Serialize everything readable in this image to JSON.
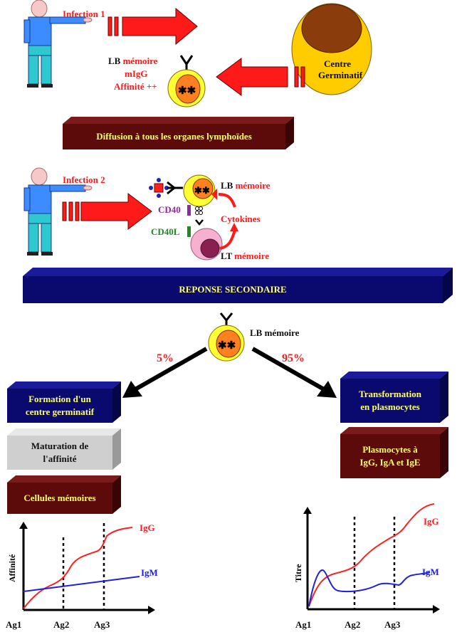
{
  "infection1": "Infection 1",
  "infection2": "Infection 2",
  "germinal_center": [
    "Centre",
    "Germinatif"
  ],
  "lb_memoire_top": {
    "lb": "LB ",
    "memoire": "mémoire",
    "migg": "mIgG",
    "affinite": "Affinité ++"
  },
  "diffusion": "Diffusion à tous les organes lymphoïdes",
  "secondary": {
    "lb_prefix": "LB ",
    "lb_memoire": "mémoire",
    "cd40": "CD40",
    "cd40l": "CD40L",
    "cytokines": "Cytokines",
    "lt_prefix": "LT ",
    "lt_memoire": "mémoire"
  },
  "reponse_secondaire": "REPONSE SECONDAIRE",
  "lb_memoire_center": "LB mémoire",
  "pct_left": "5%",
  "pct_right": "95%",
  "left_branch": {
    "formation": [
      "Formation d'un",
      "centre germinatif"
    ],
    "maturation": [
      "Maturation de",
      "l'affinité"
    ],
    "cellules": "Cellules mémoires"
  },
  "right_branch": {
    "transformation": [
      "Transformation",
      "en plasmocytes"
    ],
    "plasmocytes": [
      "Plasmocytes à",
      "IgG, IgA et IgE"
    ]
  },
  "graph_left": {
    "ylabel": "Affinité",
    "ticks": [
      "Ag1",
      "Ag2",
      "Ag3"
    ],
    "series": [
      {
        "name": "IgG",
        "color": "#ff2020"
      },
      {
        "name": "IgM",
        "color": "#2020e0"
      }
    ]
  },
  "graph_right": {
    "ylabel": "Titre",
    "ticks": [
      "Ag1",
      "Ag2",
      "Ag3"
    ],
    "series": [
      {
        "name": "IgG",
        "color": "#ff2020"
      },
      {
        "name": "IgM",
        "color": "#2020e0"
      }
    ]
  },
  "colors": {
    "navy": "#0a0a6e",
    "maroon": "#5c0a0a",
    "gold": "#ffff66",
    "arrow_red": "#ff1a1a"
  }
}
